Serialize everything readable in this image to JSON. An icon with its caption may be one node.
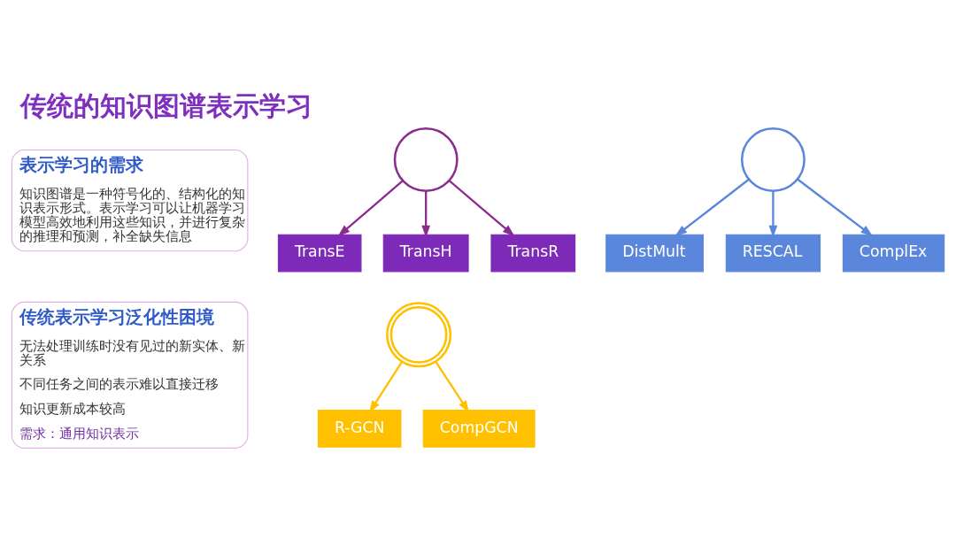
{
  "diagram": {
    "title": "传统的知识图谱表示学习",
    "nodes": [
      {
        "text": [
          "表示学习的需求",
          "知识图谱是一种符号化的、结构化的知识表示形式。表示学习可以让机器学习模型高效地利用这些知识，并进行复杂的推理和预测，补全缺失信息"
        ]
      },
      {
        "text": [
          "传统表示学习泛化性困境",
          "无法处理训练时没有见过的新实体、新关系",
          "不同任务之间的表示难以直接迁移",
          "知识更新成本较高",
          "需求：通用知识表示"
        ]
      },
      {
        "text": [],
        "shape": "circle"
      },
      {
        "text": [
          "TransE"
        ]
      },
      {
        "text": [
          "TransH"
        ]
      },
      {
        "text": [
          "TransR"
        ]
      },
      {
        "text": [],
        "shape": "circle"
      },
      {
        "text": [
          "DistMult"
        ]
      },
      {
        "text": [
          "RESCAL"
        ]
      },
      {
        "text": [
          "ComplEx"
        ]
      },
      {
        "text": [],
        "shape": "picture"
      },
      {
        "text": [
          "R-GCN"
        ]
      },
      {
        "text": [
          "CompGCN"
        ]
      }
    ],
    "edges": [
      {
        "from": 2,
        "to": 3,
        "arrow": "to",
        "color": "#8b2c8f"
      },
      {
        "from": 2,
        "to": 4,
        "arrow": "to",
        "color": "#8b2c8f"
      },
      {
        "from": 2,
        "to": 5,
        "arrow": "to",
        "color": "#8b2c8f"
      },
      {
        "from": 6,
        "to": 7,
        "arrow": "to",
        "color": "#5a86dc"
      },
      {
        "from": 6,
        "to": 8,
        "arrow": "to",
        "color": "#5a86dc"
      },
      {
        "from": 6,
        "to": 9,
        "arrow": "to",
        "color": "#5a86dc"
      },
      {
        "from": 10,
        "to": 11,
        "arrow": "to",
        "color": "#ffc000"
      },
      {
        "from": 10,
        "to": 12,
        "arrow": "to",
        "color": "#ffc000"
      }
    ]
  }
}
